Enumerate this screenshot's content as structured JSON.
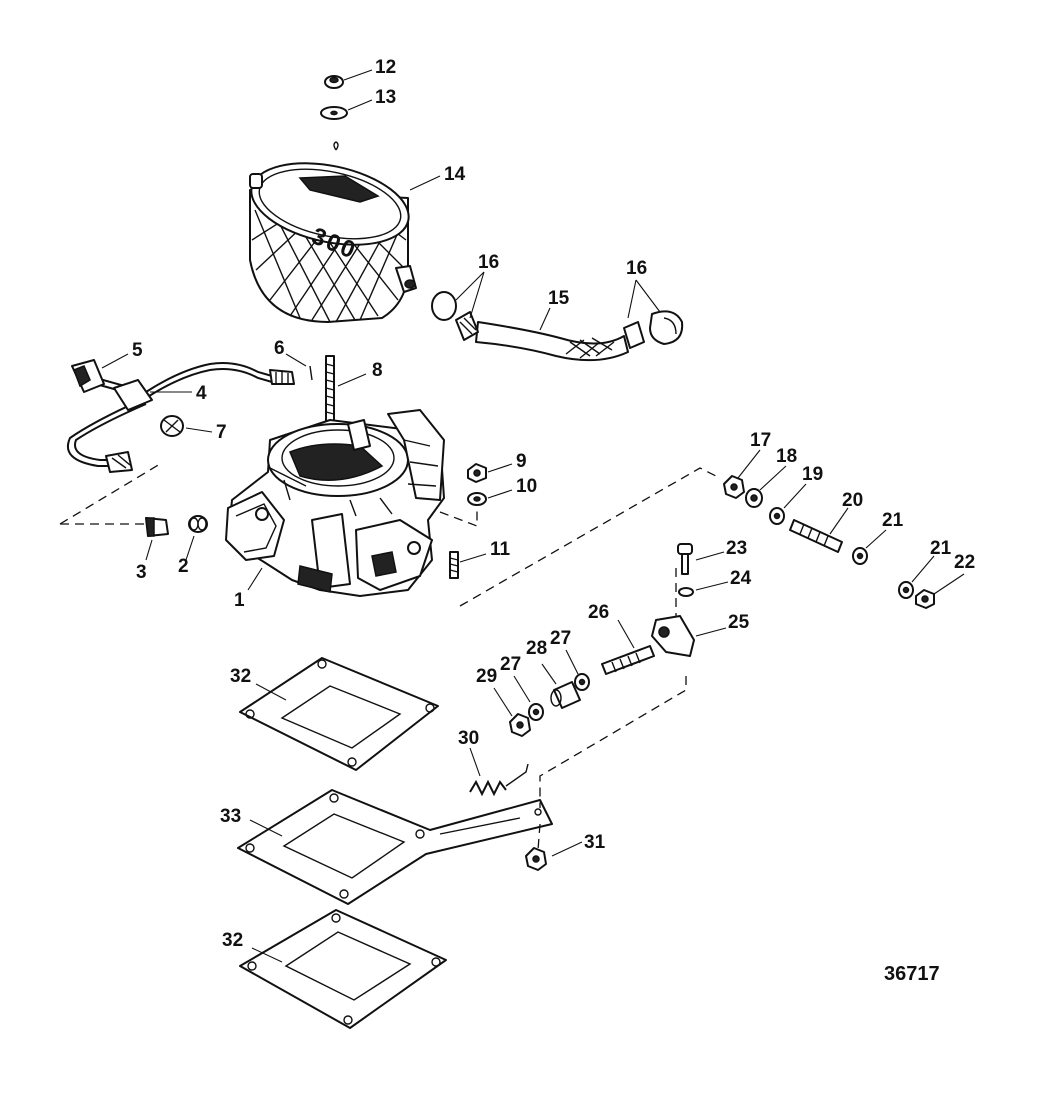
{
  "diagram": {
    "reference_number": "36717",
    "callouts": [
      "12",
      "13",
      "14",
      "16",
      "15",
      "16",
      "5",
      "6",
      "8",
      "4",
      "7",
      "9",
      "10",
      "3",
      "2",
      "11",
      "1",
      "17",
      "18",
      "19",
      "20",
      "21",
      "21",
      "22",
      "23",
      "24",
      "26",
      "25",
      "27",
      "28",
      "27",
      "29",
      "32",
      "30",
      "33",
      "31",
      "32"
    ],
    "air_cleaner_label": "300"
  },
  "colors": {
    "ink": "#111111",
    "paper": "#ffffff"
  }
}
